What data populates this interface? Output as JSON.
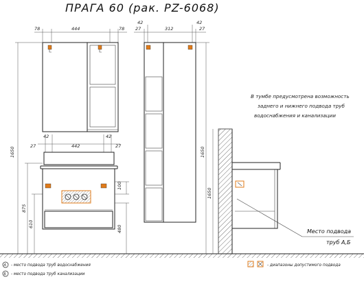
{
  "title": "ПРАГА 60 (рак. PZ-6068)",
  "cabinet_dims": {
    "left": "78",
    "width": "444",
    "right": "78"
  },
  "column_dims": {
    "left_off": "42",
    "right_off": "42",
    "left": "27",
    "width": "312",
    "right": "27"
  },
  "vanity_dims": {
    "left_off": "42",
    "right_off": "42",
    "left": "27",
    "width": "442",
    "right": "27"
  },
  "heights": {
    "h1650_left": "1650",
    "h875": "875",
    "h610": "610",
    "h100": "100",
    "h480": "480",
    "h1650_column": "1650",
    "h1650_side": "1650"
  },
  "note_lines": [
    "В тумбе предусмотрена возможность",
    "заднего и нижнего подвода труб",
    "водоснабжения и канализации"
  ],
  "supply_note": {
    "line1": "Место подвода",
    "line2": "труб А,Б"
  },
  "legend": {
    "a_marker": "А",
    "a_text": "- место подвода труб водоснабжения",
    "b_marker": "Б",
    "b_text": "- место подвода труб канализации",
    "c_text": "- диапазоны допустимого подвода"
  },
  "colors": {
    "line": "#222222",
    "accent": "#e07b1a",
    "hatch": "#333333"
  }
}
